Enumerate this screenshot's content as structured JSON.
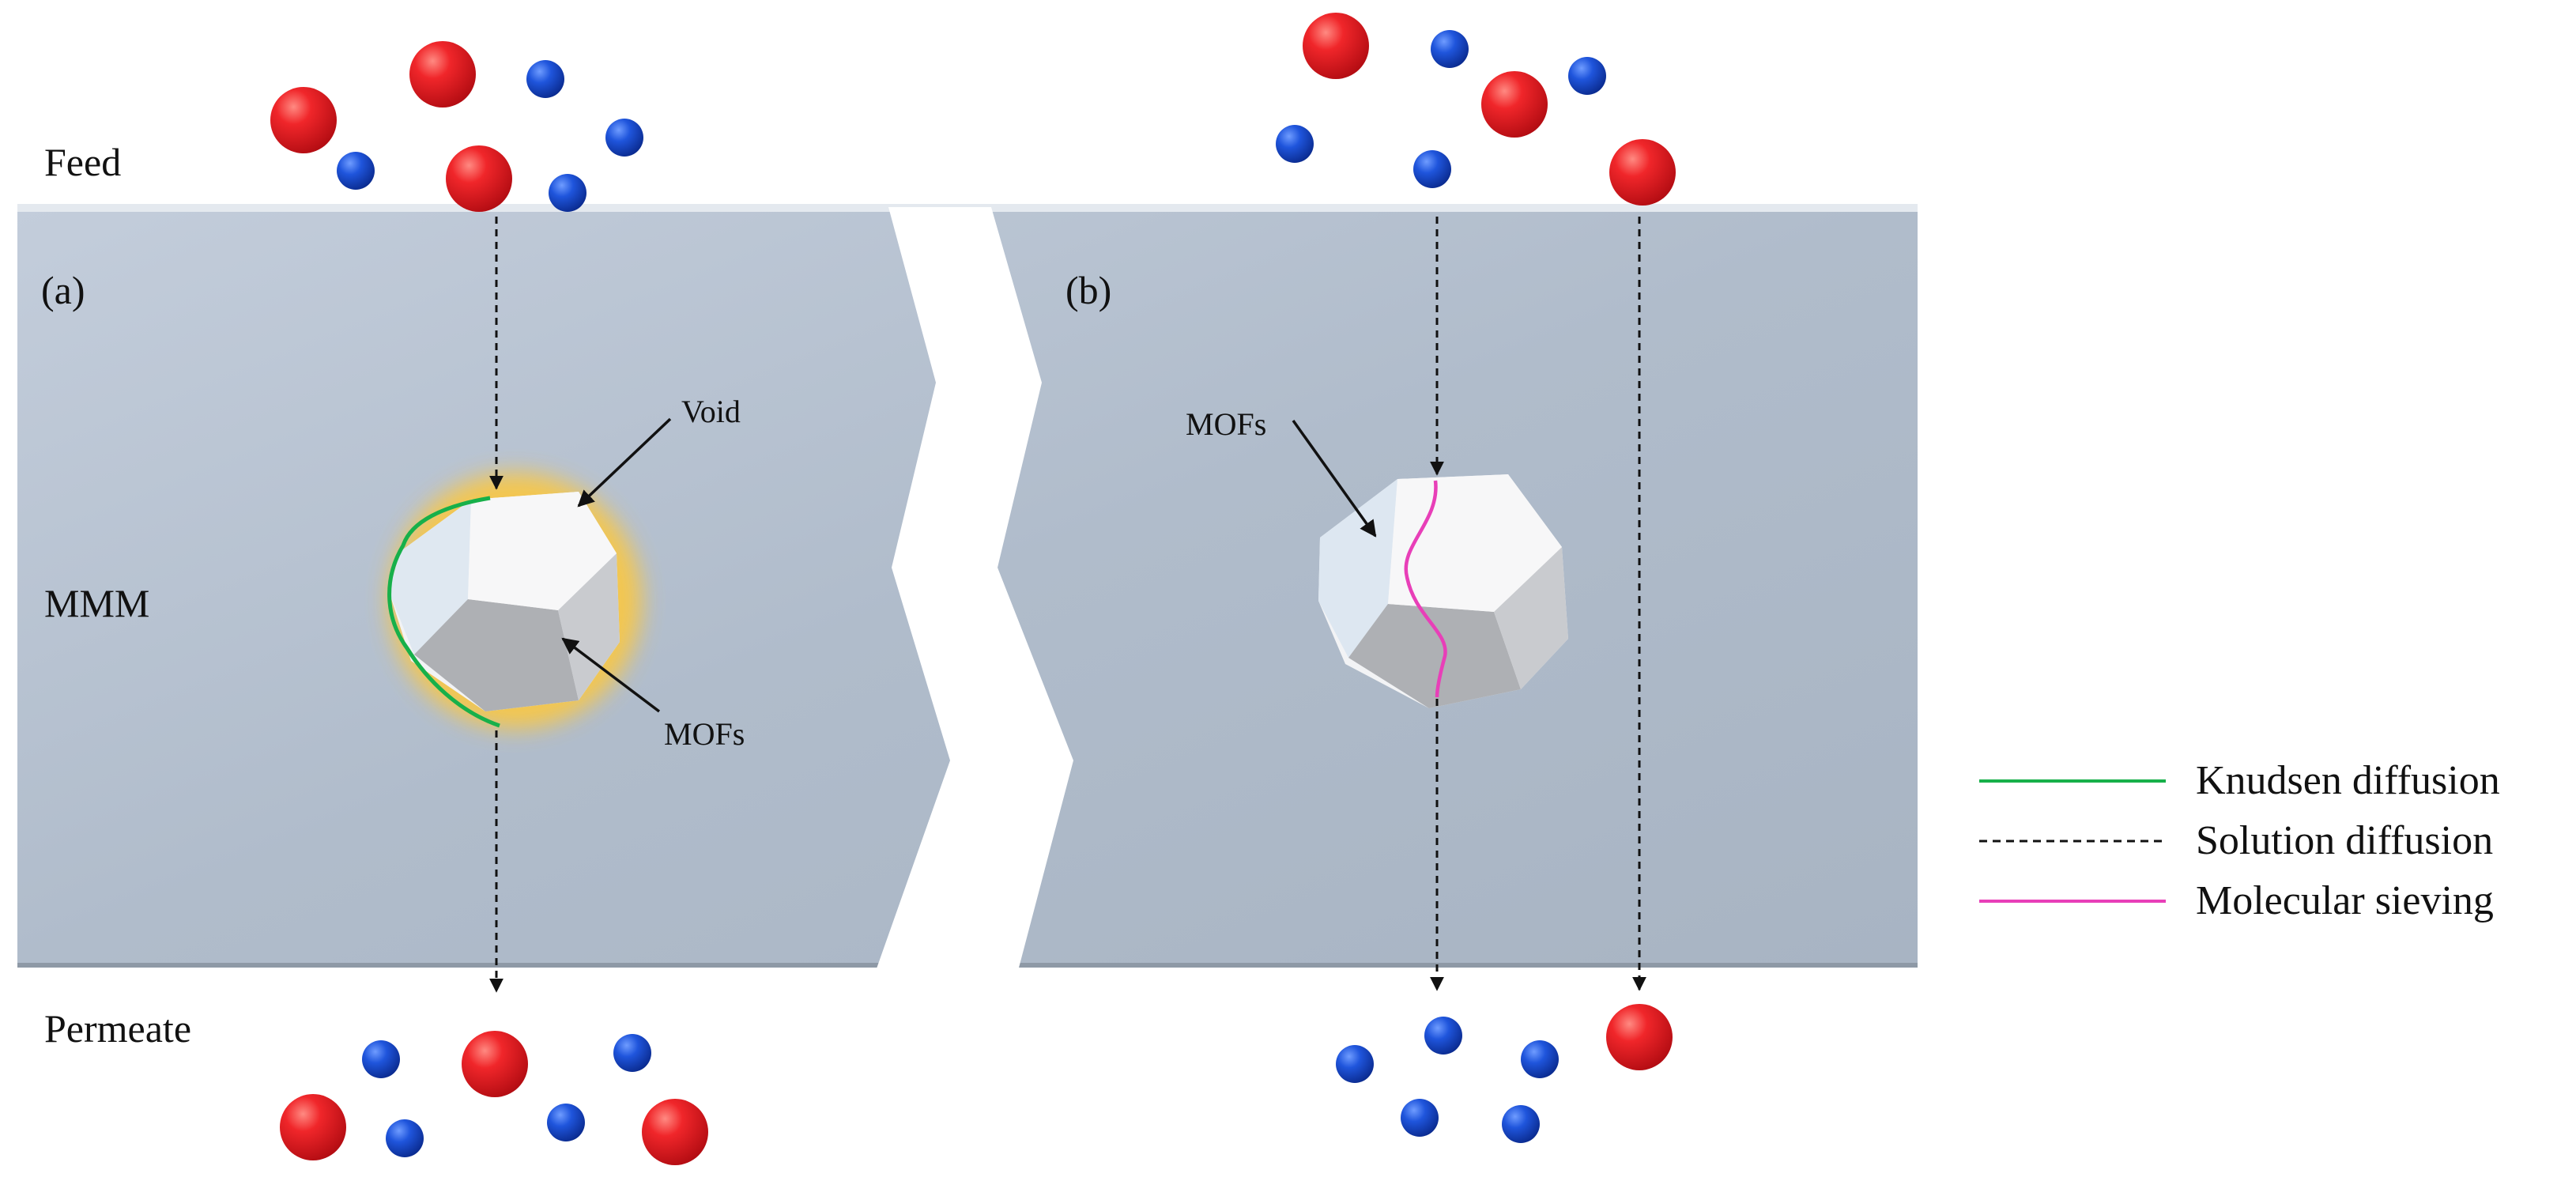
{
  "labels": {
    "feed": "Feed",
    "mmm": "MMM",
    "permeate": "Permeate",
    "panel_a": "(a)",
    "panel_b": "(b)",
    "void": "Void",
    "mofs_a": "MOFs",
    "mofs_b": "MOFs"
  },
  "legend": [
    {
      "label": "Knudsen diffusion",
      "style": "solid",
      "color": "#17b04a"
    },
    {
      "label": "Solution diffusion",
      "style": "dashed",
      "color": "#111111"
    },
    {
      "label": "Molecular sieving",
      "style": "solid",
      "color": "#e83fb8"
    }
  ],
  "colors": {
    "membrane": "#b4bfcc",
    "large_molecule": "#e8141e",
    "small_molecule": "#1546cc",
    "void_glow": "#f7c74a",
    "knudsen_path": "#17b04a",
    "sieving_path": "#e83fb8"
  }
}
